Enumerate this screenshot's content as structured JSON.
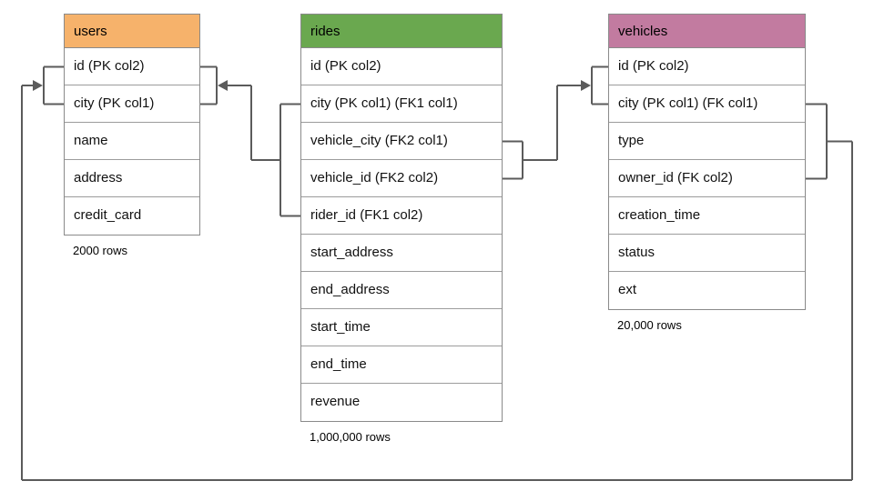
{
  "diagram": {
    "connector_color": "#5b5b5b",
    "tables": [
      {
        "name": "users",
        "header_color": "#f6b26b",
        "rows": [
          "id (PK col2)",
          "city (PK col1)",
          "name",
          "address",
          "credit_card"
        ],
        "row_count": "2000 rows"
      },
      {
        "name": "rides",
        "header_color": "#6aa84f",
        "rows": [
          "id (PK col2)",
          "city (PK col1) (FK1 col1)",
          "vehicle_city (FK2 col1)",
          "vehicle_id (FK2 col2)",
          "rider_id (FK1 col2)",
          "start_address",
          "end_address",
          "start_time",
          "end_time",
          "revenue"
        ],
        "row_count": "1,000,000 rows"
      },
      {
        "name": "vehicles",
        "header_color": "#c27ba0",
        "rows": [
          "id (PK col2)",
          "city (PK col1) (FK col1)",
          "type",
          "owner_id (FK col2)",
          "creation_time",
          "status",
          "ext"
        ],
        "row_count": "20,000 rows"
      }
    ],
    "relationships": [
      {
        "from_table": "rides",
        "from_columns": "city, rider_id (FK1)",
        "to_table": "users"
      },
      {
        "from_table": "rides",
        "from_columns": "vehicle_city, vehicle_id (FK2)",
        "to_table": "vehicles"
      },
      {
        "from_table": "vehicles",
        "from_columns": "city, owner_id (FK)",
        "to_table": "users"
      }
    ]
  }
}
